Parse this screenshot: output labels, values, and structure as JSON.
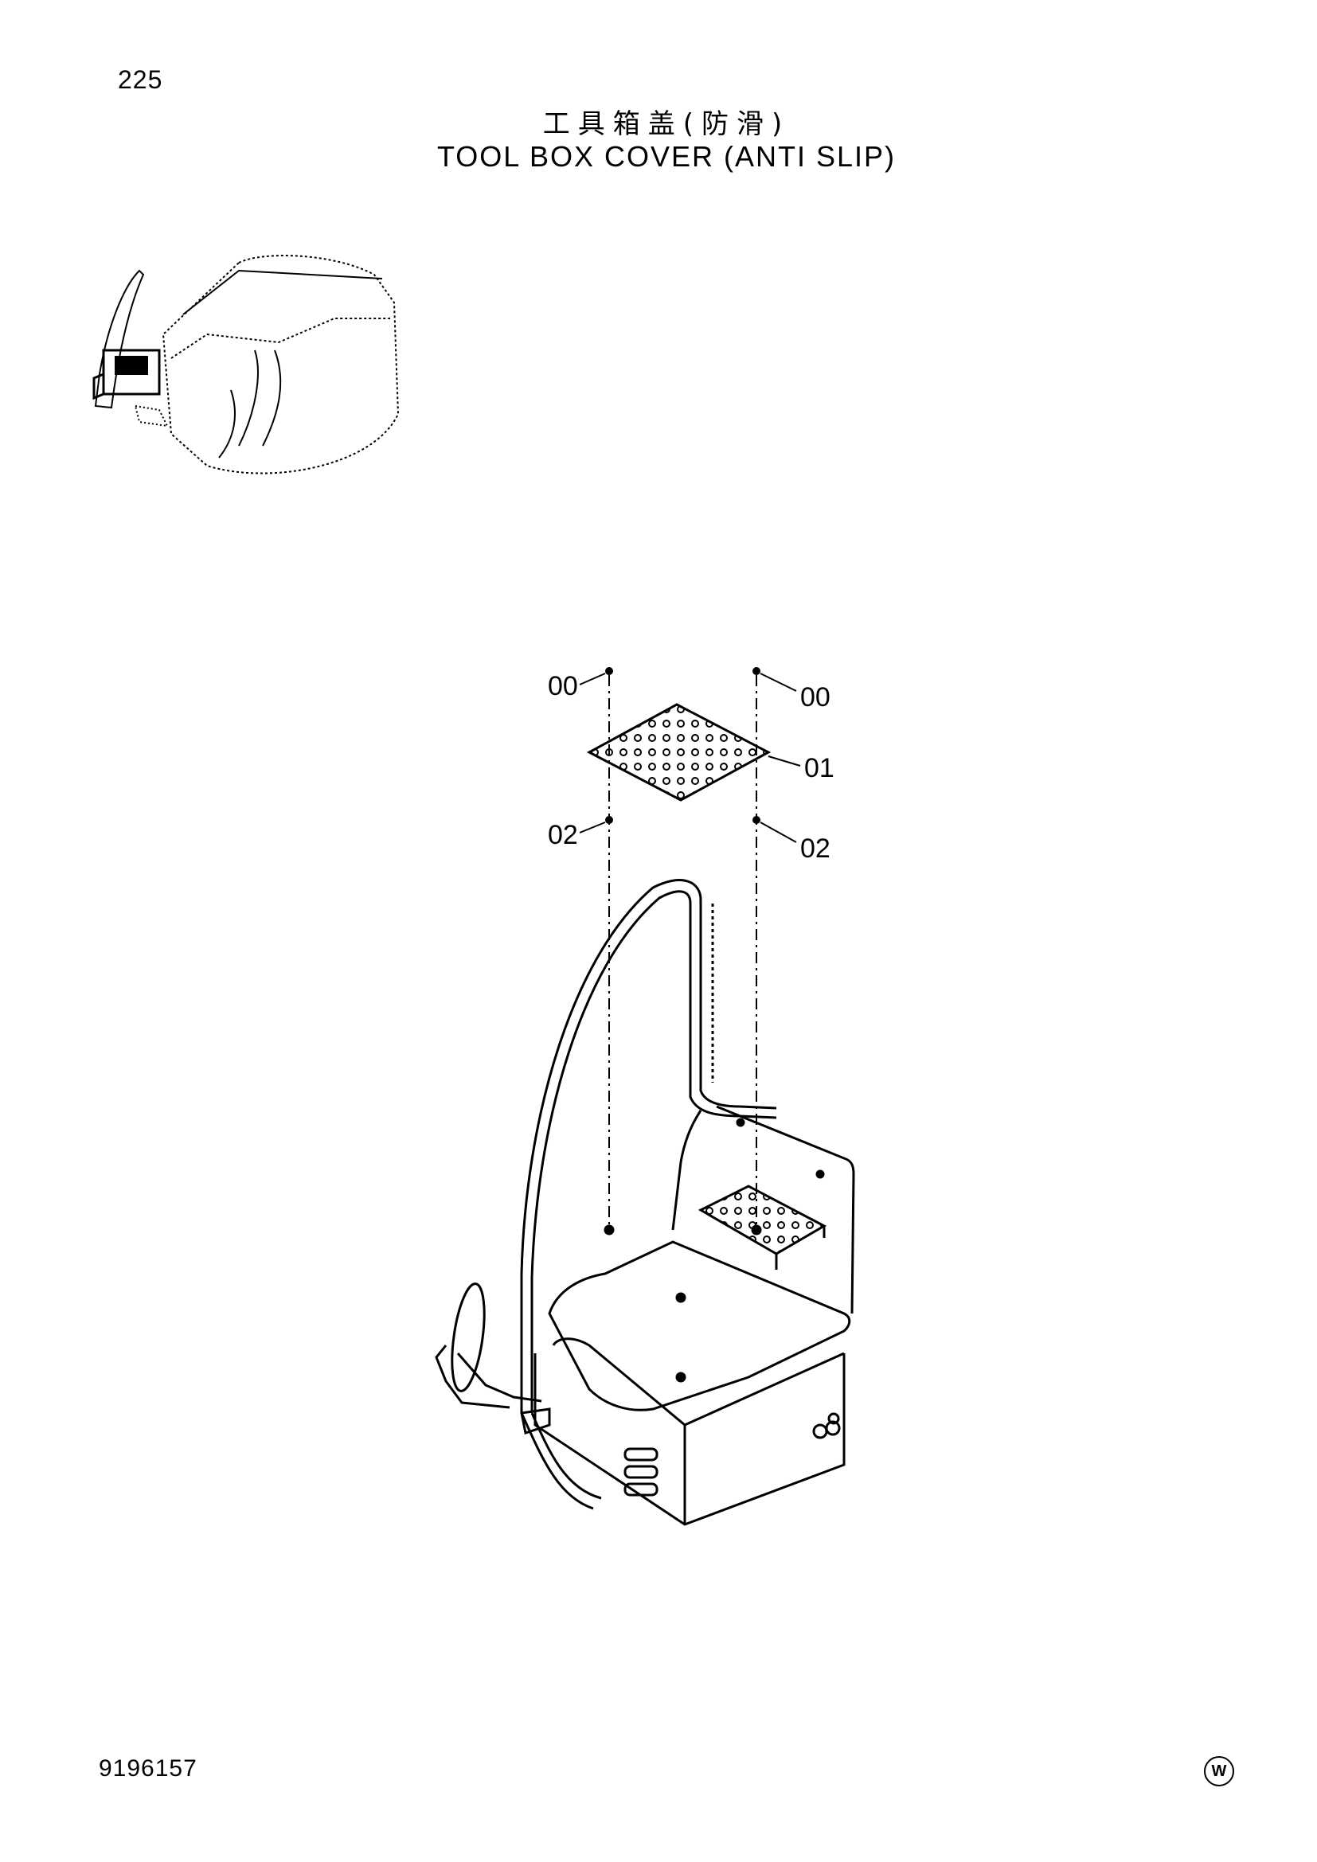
{
  "page": {
    "number": "225",
    "title_cn": "工具箱盖(防滑)",
    "title_en": "TOOL BOX COVER (ANTI SLIP)",
    "document_number": "9196157",
    "maker_mark": "W"
  },
  "callouts": {
    "top_left": "00",
    "top_right": "00",
    "plate": "01",
    "mid_left": "02",
    "mid_right": "02"
  }
}
